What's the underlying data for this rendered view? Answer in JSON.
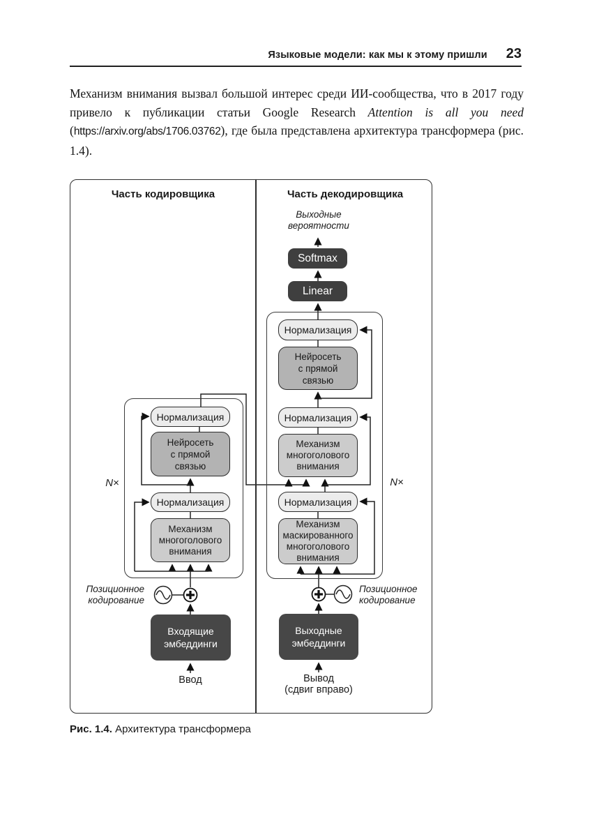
{
  "page": {
    "running_head": "Языковые модели: как мы к этому пришли",
    "page_number": "23"
  },
  "paragraph": {
    "intro": "Механизм внимания вызвал большой интерес среди ИИ-сообщества, что в 2017 году привело к публикации статьи Google Research ",
    "title_italic": "Attention is all",
    "title_italic2": " you need",
    "open": " (",
    "url": "https://arxiv.org/abs/1706.03762",
    "close": "), где была представлена архитектура трансформера (рис. 1.4)."
  },
  "figure": {
    "caption_label": "Рис. 1.4.",
    "caption_text": " Архитектура трансформера",
    "colors": {
      "dark_box": "#3f3f3f",
      "norm_box": "#ececec",
      "attention_box": "#cccccc",
      "ffn_box": "#b3b3b3"
    },
    "encoder": {
      "header": "Часть кодировщика",
      "n_times": "N×",
      "norm_top": "Нормализация",
      "ffn": "Нейросеть\nс прямой\nсвязью",
      "norm_bottom": "Нормализация",
      "attention": "Механизм\nмногоголового\nвнимания",
      "pos_encoding": "Позиционное\nкодирование",
      "embeddings": "Входящие\nэмбеддинги",
      "input_label": "Ввод"
    },
    "decoder": {
      "header": "Часть декодировщика",
      "n_times": "N×",
      "output_probs": "Выходные\nвероятности",
      "softmax": "Softmax",
      "linear": "Linear",
      "norm_top": "Нормализация",
      "ffn": "Нейросеть\nс прямой\nсвязью",
      "norm_mid": "Нормализация",
      "attention": "Механизм\nмногоголового\nвнимания",
      "norm_bottom": "Нормализация",
      "masked_attention": "Механизм\nмаскированного\nмногоголового\nвнимания",
      "pos_encoding": "Позиционное\nкодирование",
      "embeddings": "Выходные\nэмбеддинги",
      "output_label": "Вывод\n(сдвиг вправо)"
    }
  }
}
